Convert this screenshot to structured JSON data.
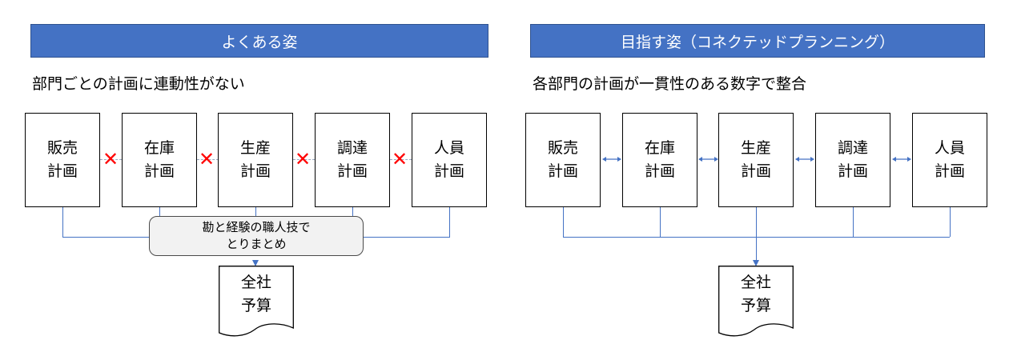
{
  "left_panel": {
    "header": "よくある姿",
    "subtitle": "部門ごとの計画に連動性がない",
    "boxes": [
      {
        "line1": "販売",
        "line2": "計画"
      },
      {
        "line1": "在庫",
        "line2": "計画"
      },
      {
        "line1": "生産",
        "line2": "計画"
      },
      {
        "line1": "調達",
        "line2": "計画"
      },
      {
        "line1": "人員",
        "line2": "計画"
      }
    ],
    "disconnect_symbol": "✕",
    "craft_box": {
      "line1": "勘と経験の職人技で",
      "line2": "とりまとめ"
    },
    "budget": {
      "line1": "全社",
      "line2": "予算"
    }
  },
  "right_panel": {
    "header": "目指す姿（コネクテッドプランニング）",
    "subtitle": "各部門の計画が一貫性のある数字で整合",
    "boxes": [
      {
        "line1": "販売",
        "line2": "計画"
      },
      {
        "line1": "在庫",
        "line2": "計画"
      },
      {
        "line1": "生産",
        "line2": "計画"
      },
      {
        "line1": "調達",
        "line2": "計画"
      },
      {
        "line1": "人員",
        "line2": "計画"
      }
    ],
    "budget": {
      "line1": "全社",
      "line2": "予算"
    }
  },
  "colors": {
    "header_bg": "#4472C4",
    "connector": "#4472C4",
    "disconnect": "#FF0000",
    "craft_bg": "#F2F2F2"
  }
}
